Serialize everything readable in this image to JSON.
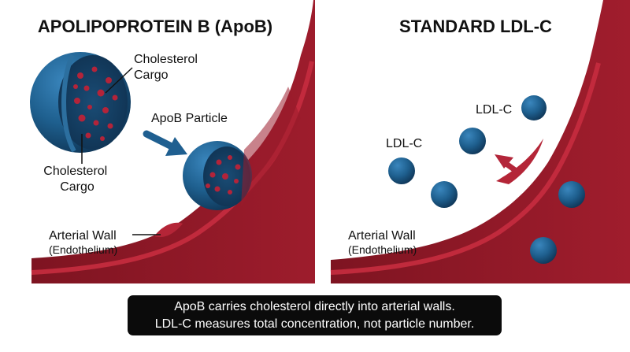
{
  "left_panel": {
    "title": "APOLIPOPROTEIN B (ApoB)",
    "cargo_label_top": [
      "Cholesterol",
      "Cargo"
    ],
    "cargo_label_bottom": [
      "Cholesterol",
      "Cargo"
    ],
    "particle_label": "ApoB Particle",
    "wall_label": "Arterial Wall",
    "wall_sublabel": "(Endothelium)"
  },
  "right_panel": {
    "title": "STANDARD LDL-C",
    "ldl_label_1": "LDL-C",
    "ldl_label_2": "LDL-C",
    "wall_label": "Arterial Wall",
    "wall_sublabel": "(Endothelium)"
  },
  "caption": {
    "line1": "ApoB carries cholesterol directly into arterial walls.",
    "line2": "LDL-C measures total concentration, not particle number."
  },
  "colors": {
    "artery_dark": "#8c1725",
    "artery_light": "#c12a3b",
    "particle_blue": "#1e5f8e",
    "particle_dark": "#123e62",
    "cargo_red": "#b3243a",
    "arrow_blue": "#1f5f90",
    "arrow_red": "#b3263a",
    "caption_bg": "#0b0b0b"
  }
}
